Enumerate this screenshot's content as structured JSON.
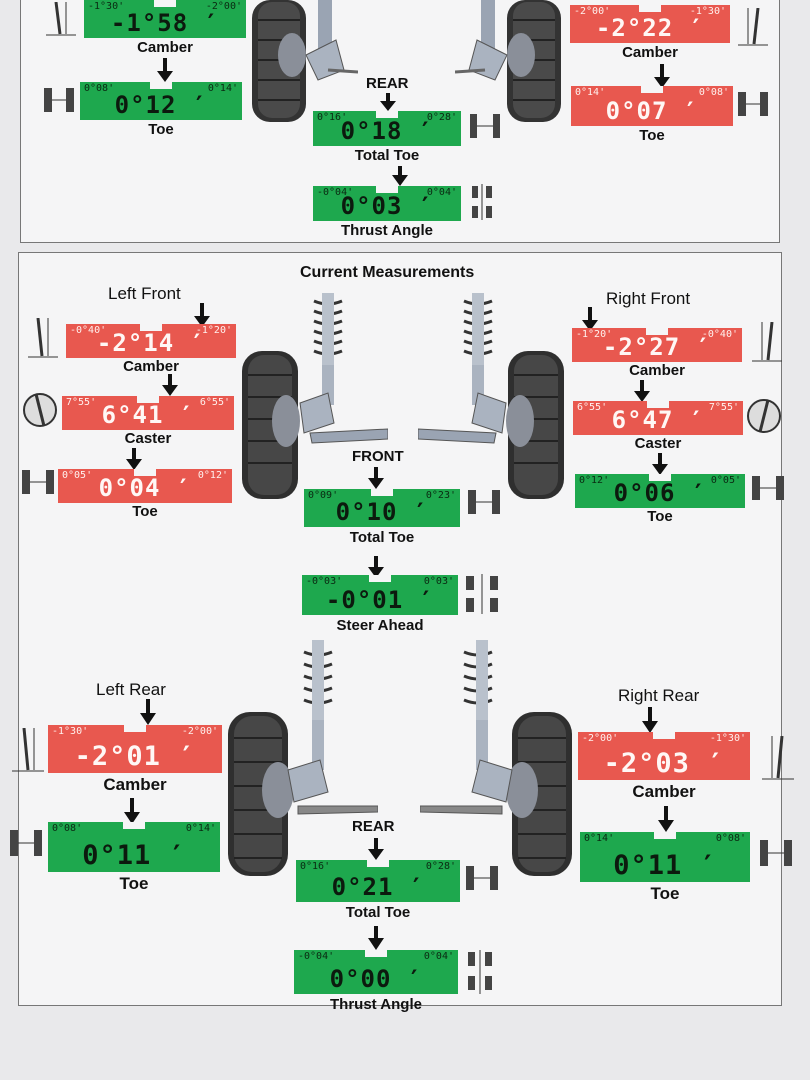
{
  "prev": {
    "left_camber": {
      "value": "-1°58 ′",
      "min": "-1°30'",
      "max": "-2°00'",
      "label": "Camber"
    },
    "left_toe": {
      "value": "0°12 ′",
      "min": "0°08'",
      "max": "0°14'",
      "label": "Toe"
    },
    "right_camber": {
      "value": "-2°22 ′",
      "min": "-2°00'",
      "max": "-1°30'",
      "label": "Camber"
    },
    "right_toe": {
      "value": "0°07 ′",
      "min": "0°14'",
      "max": "0°08'",
      "label": "Toe"
    },
    "rear_label": "REAR",
    "total_toe": {
      "value": "0°18 ′",
      "min": "0°16'",
      "max": "0°28'",
      "label": "Total Toe"
    },
    "thrust": {
      "value": "0°03 ′",
      "min": "-0°04'",
      "max": "0°04'",
      "label": "Thrust Angle"
    }
  },
  "current": {
    "title": "Current Measurements",
    "left_front_label": "Left Front",
    "right_front_label": "Right Front",
    "lf_camber": {
      "value": "-2°14 ′",
      "min": "-0°40'",
      "max": "-1°20'",
      "label": "Camber"
    },
    "lf_caster": {
      "value": "6°41 ′",
      "min": "7°55'",
      "max": "6°55'",
      "label": "Caster"
    },
    "lf_toe": {
      "value": "0°04 ′",
      "min": "0°05'",
      "max": "0°12'",
      "label": "Toe"
    },
    "rf_camber": {
      "value": "-2°27 ′",
      "min": "-1°20'",
      "max": "-0°40'",
      "label": "Camber"
    },
    "rf_caster": {
      "value": "6°47 ′",
      "min": "6°55'",
      "max": "7°55'",
      "label": "Caster"
    },
    "rf_toe": {
      "value": "0°06 ′",
      "min": "0°12'",
      "max": "0°05'",
      "label": "Toe"
    },
    "front_label": "FRONT",
    "front_total_toe": {
      "value": "0°10 ′",
      "min": "0°09'",
      "max": "0°23'",
      "label": "Total Toe"
    },
    "steer_ahead": {
      "value": "-0°01 ′",
      "min": "-0°03'",
      "max": "0°03'",
      "label": "Steer Ahead"
    },
    "left_rear_label": "Left Rear",
    "right_rear_label": "Right Rear",
    "lr_camber": {
      "value": "-2°01 ′",
      "min": "-1°30'",
      "max": "-2°00'",
      "label": "Camber"
    },
    "lr_toe": {
      "value": "0°11 ′",
      "min": "0°08'",
      "max": "0°14'",
      "label": "Toe"
    },
    "rr_camber": {
      "value": "-2°03 ′",
      "min": "-2°00'",
      "max": "-1°30'",
      "label": "Camber"
    },
    "rr_toe": {
      "value": "0°11 ′",
      "min": "0°14'",
      "max": "0°08'",
      "label": "Toe"
    },
    "rear_label": "REAR",
    "rear_total_toe": {
      "value": "0°21 ′",
      "min": "0°16'",
      "max": "0°28'",
      "label": "Total Toe"
    },
    "thrust": {
      "value": "0°00 ′",
      "min": "-0°04'",
      "max": "0°04'",
      "label": "Thrust Angle"
    }
  },
  "colors": {
    "in_spec": "#1ea84e",
    "out_of_spec": "#e8584f"
  }
}
